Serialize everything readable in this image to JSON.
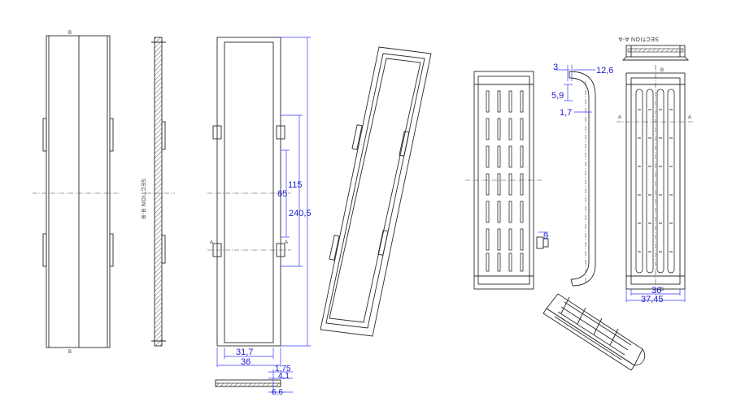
{
  "drawing": {
    "section_bb": "SECTION B-B",
    "section_aa": "SECTION A-A",
    "marker_a": "A",
    "marker_b": "B"
  },
  "dimensions": {
    "front": {
      "width_inner": "31,7",
      "width_outer": "36",
      "height_115": "115",
      "height_65": "65",
      "height_total": "240,5"
    },
    "bottom_detail": {
      "d1": "1,75",
      "d2": "4,1",
      "d3": "6,6"
    },
    "profile": {
      "d_3": "3",
      "d_12_6": "12,6",
      "d_5_9": "5,9",
      "d_1_7": "1,7",
      "d_9": "9"
    },
    "grille": {
      "width_inner": "36",
      "width_outer": "37,45"
    }
  }
}
